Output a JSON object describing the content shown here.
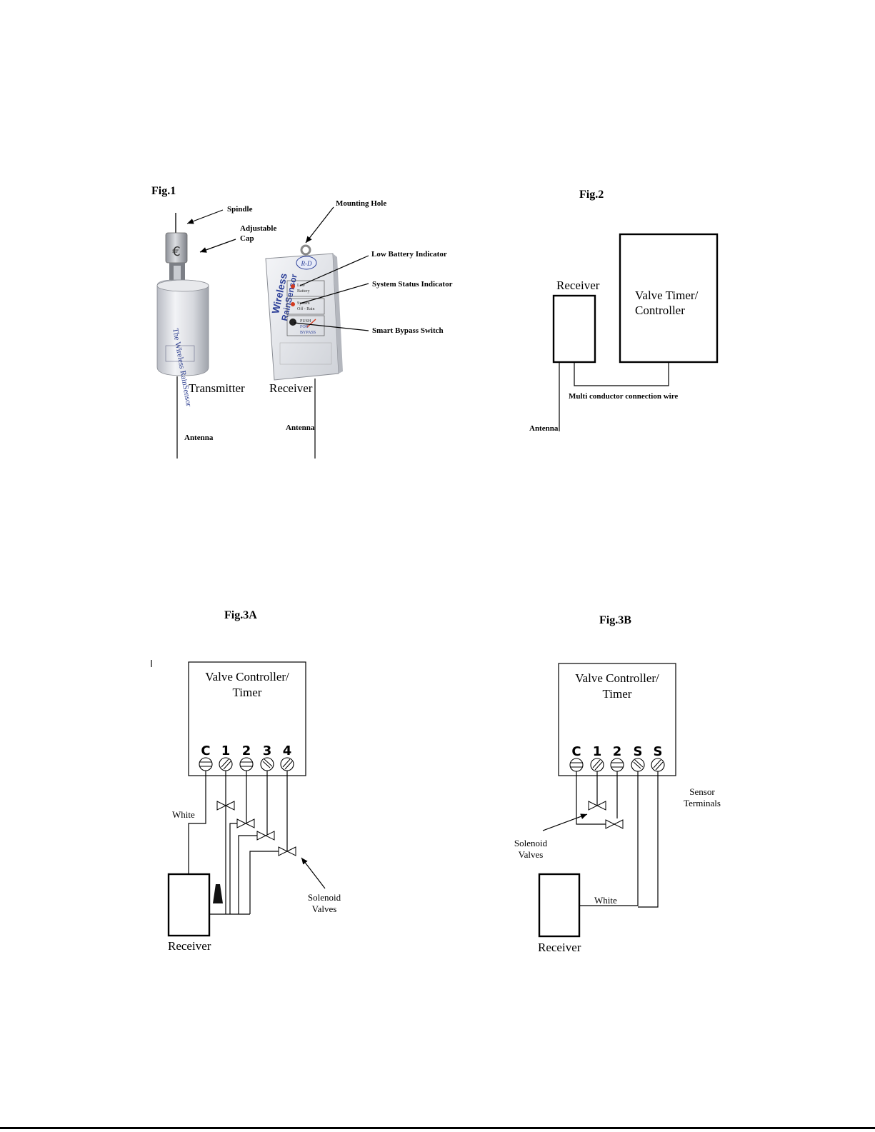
{
  "fig1": {
    "title": "Fig.1",
    "spindle": "Spindle",
    "adjustable_cap_line1": "Adjustable",
    "adjustable_cap_line2": "Cap",
    "mounting_hole": "Mounting Hole",
    "low_battery": "Low Battery Indicator",
    "system_status": "System Status Indicator",
    "smart_bypass": "Smart Bypass Switch",
    "transmitter": "Transmitter",
    "receiver": "Receiver",
    "antenna_left": "Antenna",
    "antenna_right": "Antenna",
    "transmitter_body_text": "The Wireless RainSensor",
    "receiver_brand_line1": "Wireless",
    "receiver_brand_line2": "RainSensor",
    "receiver_logo": "R-D",
    "receiver_led1_line1": "Low",
    "receiver_led1_line2": "Battery",
    "receiver_led2_line1": "System",
    "receiver_led2_line2": "Off - Rain",
    "receiver_btn_line1": "PUSH",
    "receiver_btn_line2": "FOR",
    "receiver_btn_line3": "BYPASS"
  },
  "fig2": {
    "title": "Fig.2",
    "receiver": "Receiver",
    "controller_line1": "Valve Timer/",
    "controller_line2": "Controller",
    "wire": "Multi conductor connection wire",
    "antenna": "Antenna"
  },
  "fig3a": {
    "title": "Fig.3A",
    "controller_line1": "Valve Controller/",
    "controller_line2": "Timer",
    "terminals": [
      "C",
      "1",
      "2",
      "3",
      "4"
    ],
    "white": "White",
    "solenoid_line1": "Solenoid",
    "solenoid_line2": "Valves",
    "receiver": "Receiver"
  },
  "fig3b": {
    "title": "Fig.3B",
    "controller_line1": "Valve Controller/",
    "controller_line2": "Timer",
    "terminals": [
      "C",
      "1",
      "2",
      "S",
      "S"
    ],
    "sensor_line1": "Sensor",
    "sensor_line2": "Terminals",
    "solenoid_line1": "Solenoid",
    "solenoid_line2": "Valves",
    "white": "White",
    "receiver": "Receiver"
  }
}
